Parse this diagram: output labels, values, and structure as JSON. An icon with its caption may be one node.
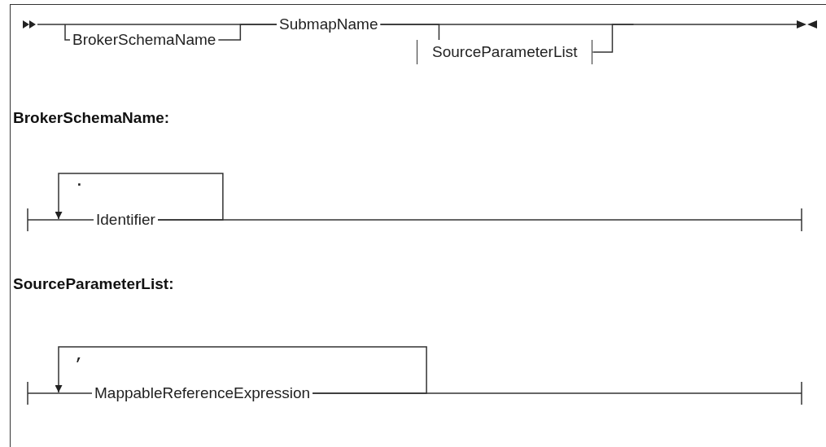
{
  "diagram": {
    "nodes": [
      {
        "text": [
          "BrokerSchemaName"
        ]
      },
      {
        "text": [
          "SubmapName"
        ]
      },
      {
        "text": [
          "SourceParameterList"
        ]
      },
      {
        "text": [
          "Identifier"
        ]
      },
      {
        "text": [
          "MappableReferenceExpression"
        ]
      }
    ],
    "edges": [
      {
        "from": null,
        "to": 1,
        "arrow": "none"
      },
      {
        "from": null,
        "to": 0,
        "arrow": "none"
      },
      {
        "from": 0,
        "to": 1,
        "arrow": "none"
      },
      {
        "from": 1,
        "to": null,
        "arrow": "none"
      },
      {
        "from": 1,
        "to": 2,
        "arrow": "none"
      },
      {
        "from": 2,
        "to": null,
        "arrow": "none"
      },
      {
        "from": 3,
        "to": 3,
        "arrow": "to",
        "label": "."
      },
      {
        "from": null,
        "to": 3,
        "arrow": "none"
      },
      {
        "from": 3,
        "to": null,
        "arrow": "none"
      },
      {
        "from": 4,
        "to": 4,
        "arrow": "to",
        "label": ","
      },
      {
        "from": null,
        "to": 4,
        "arrow": "none"
      },
      {
        "from": 4,
        "to": null,
        "arrow": "none"
      }
    ],
    "labels": [
      "BrokerSchemaName:",
      "SourceParameterList:"
    ]
  }
}
